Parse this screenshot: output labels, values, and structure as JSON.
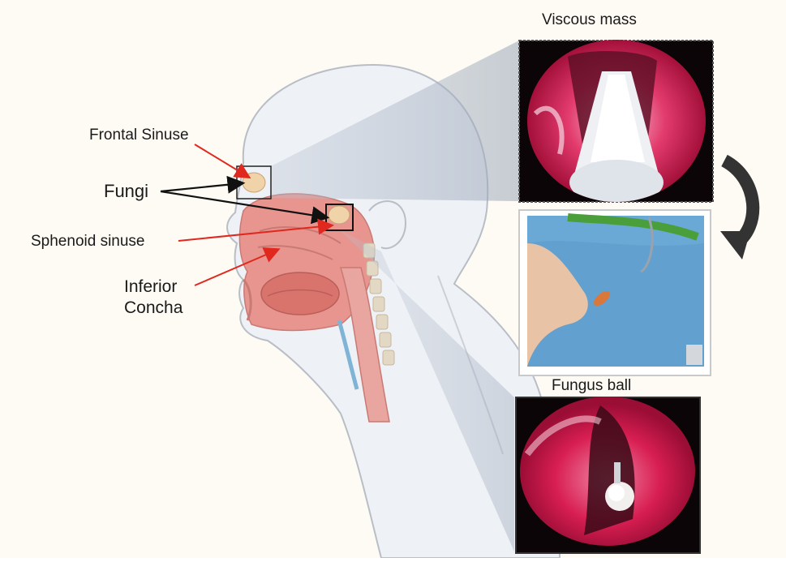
{
  "labels": {
    "frontal_sinus": "Frontal Sinuse",
    "fungi": "Fungi",
    "sphenoid_sinus": "Sphenoid sinuse",
    "inferior_concha_line1": "Inferior",
    "inferior_concha_line2": "Concha"
  },
  "photos": {
    "top_title": "Viscous mass",
    "bottom_title": "Fungus ball"
  },
  "colors": {
    "background": "#fdfbf3",
    "head_fill": "#eef1f5",
    "head_outline": "#b9bec6",
    "tissue_pink": "#e8958f",
    "pointer_red": "#e0281e",
    "pointer_black": "#111111",
    "endoscope_magenta": "#d81e52",
    "drape_blue": "#6aa8d6",
    "curved_arrow": "#333333"
  }
}
